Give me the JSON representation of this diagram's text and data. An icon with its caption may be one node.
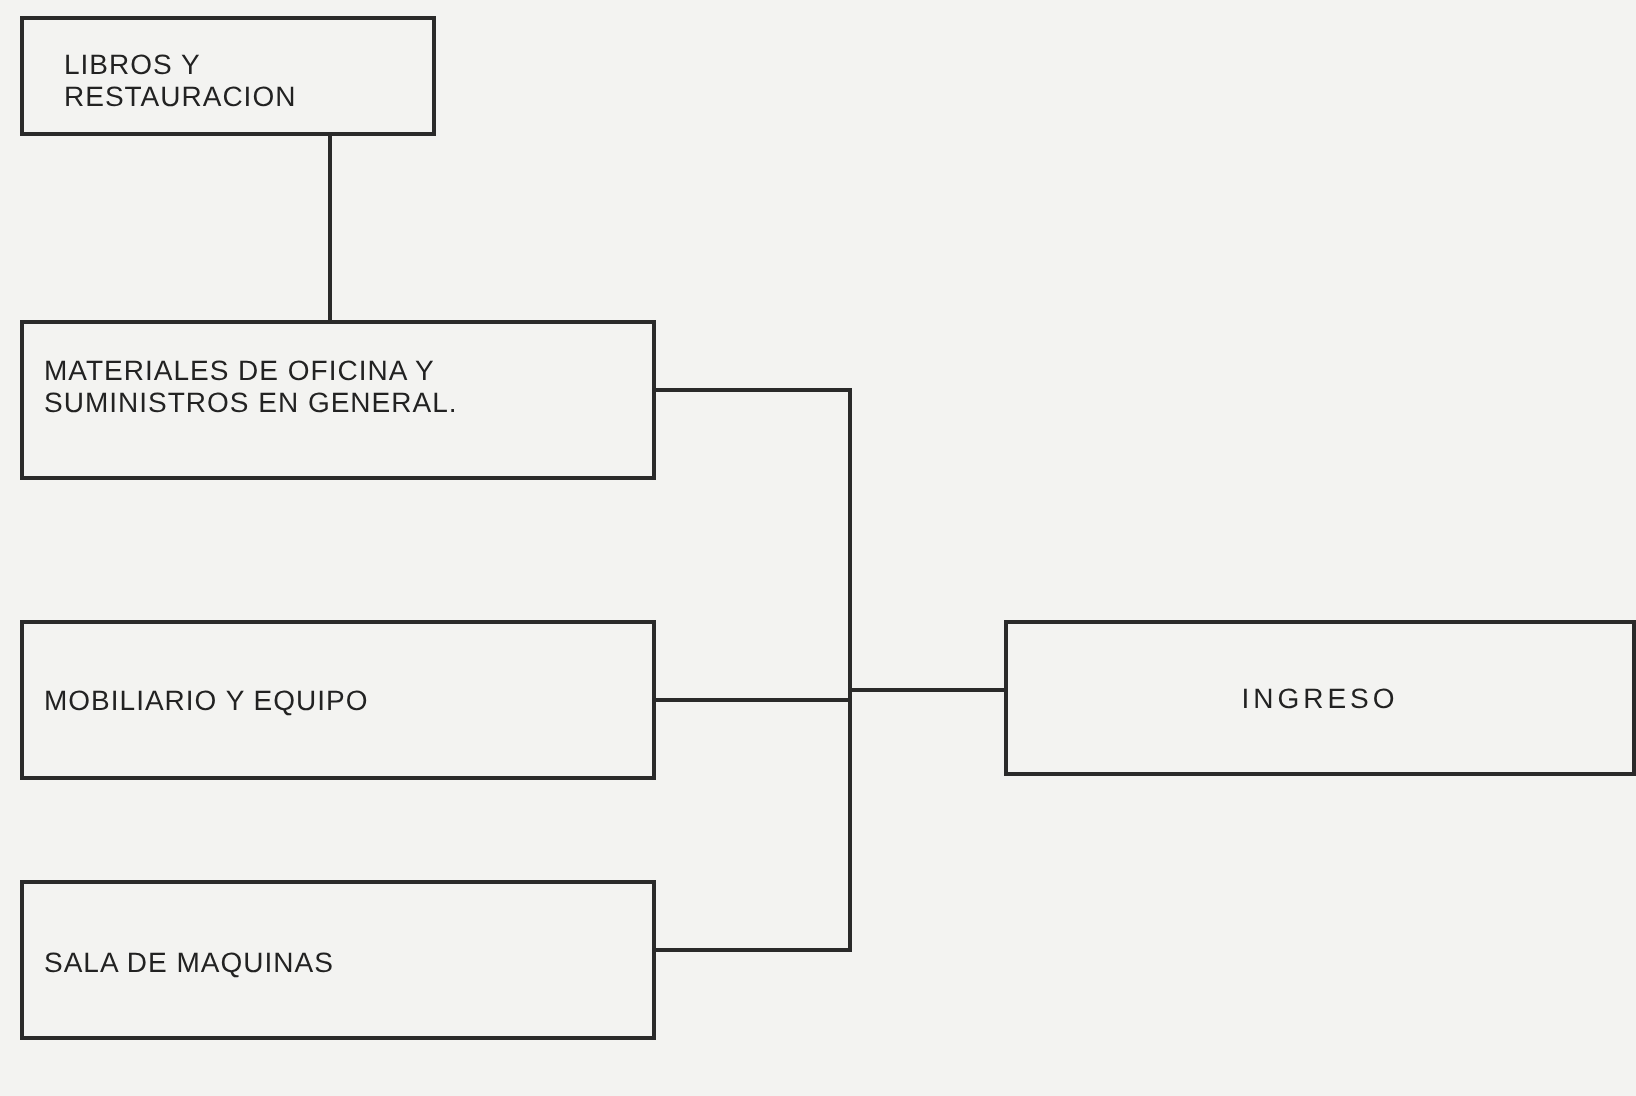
{
  "diagram": {
    "nodes": [
      {
        "text": [
          "LIBROS Y RESTAURACION"
        ]
      },
      {
        "text": [
          "MATERIALES DE OFICINA Y SUMINISTROS EN GENERAL."
        ]
      },
      {
        "text": [
          "MOBILIARIO Y EQUIPO"
        ]
      },
      {
        "text": [
          "INGRESO"
        ]
      },
      {
        "text": [
          "SALA DE MAQUINAS"
        ]
      }
    ],
    "edges": [
      {
        "from": 0,
        "to": 1,
        "arrow": "none"
      },
      {
        "from": 1,
        "to": 3,
        "arrow": "none"
      },
      {
        "from": 2,
        "to": 3,
        "arrow": "none"
      },
      {
        "from": 4,
        "to": 3,
        "arrow": "none"
      }
    ]
  }
}
